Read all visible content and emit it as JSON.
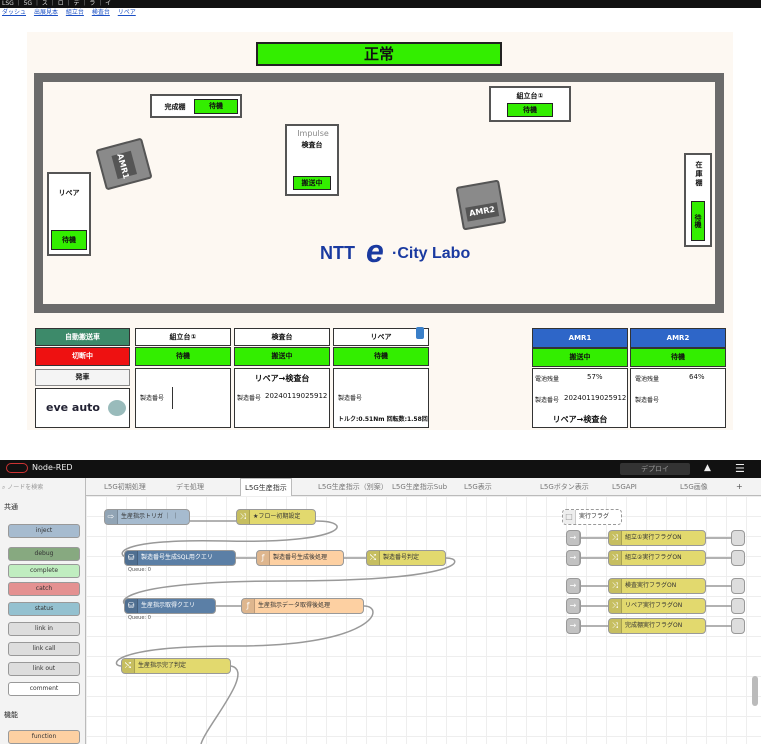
{
  "browser": {
    "title_bar": "LSG ｜ 5G ｜ ス ｜ ロ ｜ デ ｜ ラ ｜ イ",
    "links": [
      "ダッシュ",
      "出展見本",
      "組立台",
      "検査台",
      "リペア"
    ]
  },
  "dashboard": {
    "main_status": "正常",
    "stations": {
      "complete": {
        "label": "完成棚",
        "status": "待機"
      },
      "inspection": {
        "logo": "Impulse",
        "label": "検査台",
        "status": "搬送中"
      },
      "assembly": {
        "label": "組立台①",
        "status": "待機"
      },
      "repair": {
        "label": "リペア",
        "status": "待機"
      },
      "storage": {
        "label": "在庫棚",
        "status": "待機"
      }
    },
    "amrs": [
      {
        "label": "AMR1"
      },
      {
        "label": "AMR2"
      }
    ],
    "logo": {
      "ntt": "NTT",
      "e": "e",
      "rest": "·City Labo"
    }
  },
  "info_table": {
    "left": {
      "auto_call": "自動搬送車",
      "mode": "切断中",
      "order_button": "発車",
      "brand": "eve auto"
    },
    "assembly": {
      "header": "組立台①",
      "status": "待機",
      "serial_label": "製造番号"
    },
    "inspection": {
      "header": "検査台",
      "status": "搬送中",
      "route": "リペア→検査台",
      "serial_label": "製造番号",
      "serial": "20240119025912"
    },
    "repair": {
      "header": "リペア",
      "status": "待機",
      "serial_label": "製造番号",
      "torque": "トルク:0.51Nm 回転数:1.58回"
    },
    "amr1": {
      "header": "AMR1",
      "status": "搬送中",
      "battery_label": "電池残量",
      "battery": "57%",
      "serial_label": "製造番号",
      "serial": "20240119025912",
      "route": "リペア→検査台"
    },
    "amr2": {
      "header": "AMR2",
      "status": "待機",
      "battery_label": "電池残量",
      "battery": "64%",
      "serial_label": "製造番号"
    }
  },
  "nodered": {
    "app_title": "Node-RED",
    "deploy_label": "デプロイ",
    "search_placeholder": "ノードを検索",
    "palette": {
      "category_common": "共通",
      "category_function": "機能",
      "nodes": [
        "inject",
        "debug",
        "complete",
        "catch",
        "status",
        "link in",
        "link call",
        "link out",
        "comment"
      ],
      "last_node": "function"
    },
    "tabs": [
      "L5G初期処理",
      "デモ処理",
      "L5G生産指示",
      "L5G生産指示（別案）",
      "L5G生産指示Sub",
      "L5G表示",
      "L5Gボタン表示",
      "L5GAPI",
      "L5G画像"
    ],
    "flow_nodes": {
      "trigger": "生産指示トリガ ｜ ｜",
      "flow_init": "★フロー初期設定",
      "db_query1": "製造番号生成SQL用クエリ",
      "queue1": "Queue: 0",
      "fn_sequence": "製造番号生成後処理",
      "sw_judge": "製造番号判定",
      "db_query2": "生産指示取得クエリ",
      "queue2": "Queue: 0",
      "fn_data": "生産指示データ取得後処理",
      "gen_end": "生産指示完了判定",
      "flag_comment": "実行フラグ",
      "flags": [
        "組立①実行フラグON",
        "組立②実行フラグON",
        "検査実行フラグON",
        "リペア実行フラグON",
        "完成棚実行フラグON"
      ]
    }
  }
}
